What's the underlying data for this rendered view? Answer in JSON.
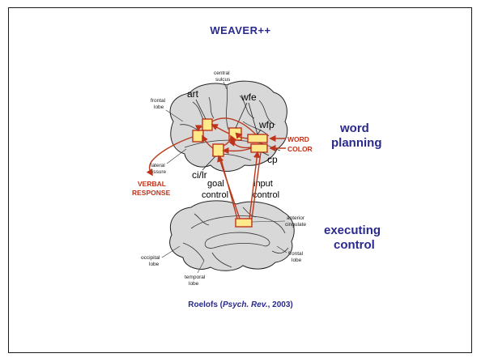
{
  "slide": {
    "title": "WEAVER++",
    "citation_prefix": "Roelofs (",
    "citation_journal": "Psych. Rev.",
    "citation_suffix": ", 2003)"
  },
  "diagram": {
    "brain_labels": {
      "frontal_lobe_line1": "frontal",
      "frontal_lobe_line2": "lobe",
      "central_sulcus_line1": "central",
      "central_sulcus_line2": "sulcus",
      "lateral_fissure_line1": "lateral",
      "lateral_fissure_line2": "fissure"
    },
    "nodes": {
      "art": "art",
      "wfe": "wfe",
      "wfp": "wfp",
      "cp": "cp",
      "ci_lr": "ci/lr"
    },
    "inputs": {
      "word": "WORD",
      "color": "COLOR"
    },
    "output": {
      "line1": "VERBAL",
      "line2": "RESPONSE"
    },
    "controls": {
      "goal_line1": "goal",
      "goal_line2": "control",
      "input_line1": "input",
      "input_line2": "control"
    },
    "sections": {
      "word_planning_line1": "word",
      "word_planning_line2": "planning",
      "executing_control_line1": "executing",
      "executing_control_line2": "control"
    },
    "lower_brain_labels": {
      "anterior_cingulate_line1": "anterior",
      "anterior_cingulate_line2": "cingulate",
      "occipital_lobe_line1": "occipital",
      "occipital_lobe_line2": "lobe",
      "frontal_lobe_line1": "frontal",
      "frontal_lobe_line2": "lobe",
      "temporal_lobe_line1": "temporal",
      "temporal_lobe_line2": "lobe"
    },
    "colors": {
      "title_blue": "#2a2a8e",
      "arrow_red": "#c0321a",
      "node_fill": "#ffe98a",
      "brain_gray": "#d8d8d8"
    }
  }
}
